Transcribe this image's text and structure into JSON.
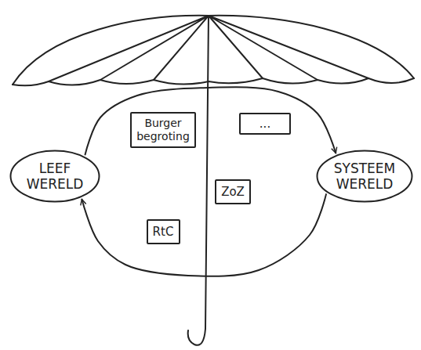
{
  "diagram": {
    "nodes": [
      {
        "text": [
          "Burger begroting"
        ]
      },
      {
        "text": [
          "..."
        ]
      },
      {
        "text": [
          "LEEF WERELD"
        ]
      },
      {
        "text": [
          "SYSTEEM WERELD"
        ]
      },
      {
        "text": [
          "ZoZ"
        ]
      },
      {
        "text": [
          "RtC"
        ]
      }
    ],
    "edges": [
      {
        "from": 2,
        "to": 3,
        "arrow": "to"
      },
      {
        "from": 3,
        "to": 2,
        "arrow": "to"
      }
    ]
  }
}
